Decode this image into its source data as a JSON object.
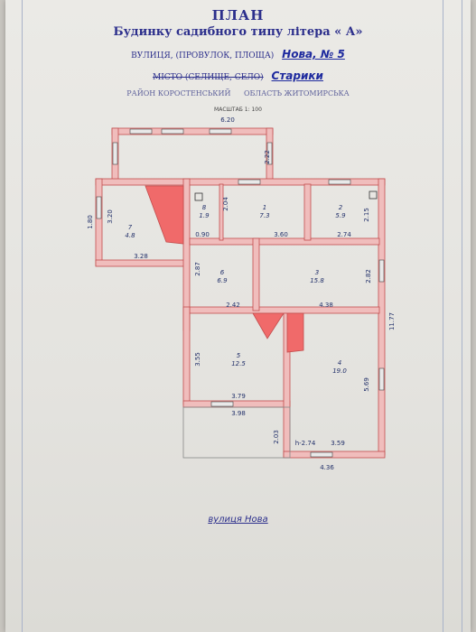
{
  "header": {
    "title": "ПЛАН",
    "subtitle": "Будинку садибного типу літера « А»",
    "street_prefix": "ВУЛИЦЯ, (ПРОВУЛОК, ПЛОЩА)",
    "street_value": "Нова, № 5",
    "city_prefix": "МІСТО (СЕЛИЩЕ, СЕЛО)",
    "city_value": "Старики",
    "district": "РАЙОН КОРОСТЕНСЬКИЙ",
    "oblast": "ОБЛАСТЬ ЖИТОМИРСЬКА"
  },
  "scale": "МАСШТАБ 1: 100",
  "street_label": "вулиця  Нова",
  "colors": {
    "wall": "#f0bdbc",
    "wall_stroke": "#c24d4d",
    "ink": "#2c2f8c",
    "stair": "#f06a6a"
  },
  "dimensions": {
    "top_width": "6.20",
    "porch_depth": "2.22",
    "left_outer": "1.80",
    "left_inner": "3.20",
    "bottom_left": "3.28",
    "corridor": "0.90",
    "room1_width": "3.60",
    "room2_width": "2.74",
    "room1_depth": "2.04",
    "room2_depth": "2.15",
    "room6_depth": "2.87",
    "room6_width": "2.42",
    "room3_width": "4.38",
    "room3_depth": "2.82",
    "room5_depth": "3.55",
    "room5_width": "3.79",
    "bottom_outer": "3.98",
    "porch_bottom": "2.03",
    "total_depth": "11.77",
    "room4_depth": "5.69",
    "room4_h": "h-2.74",
    "room4_width": "3.59",
    "right_bottom": "4.36"
  },
  "rooms": [
    {
      "id": "7",
      "area": "4.8"
    },
    {
      "id": "8",
      "area": "1.9"
    },
    {
      "id": "1",
      "area": "7.3"
    },
    {
      "id": "2",
      "area": "5.9"
    },
    {
      "id": "6",
      "area": "6.9"
    },
    {
      "id": "3",
      "area": "15.8"
    },
    {
      "id": "5",
      "area": "12.5"
    },
    {
      "id": "4",
      "area": "19.0"
    }
  ]
}
